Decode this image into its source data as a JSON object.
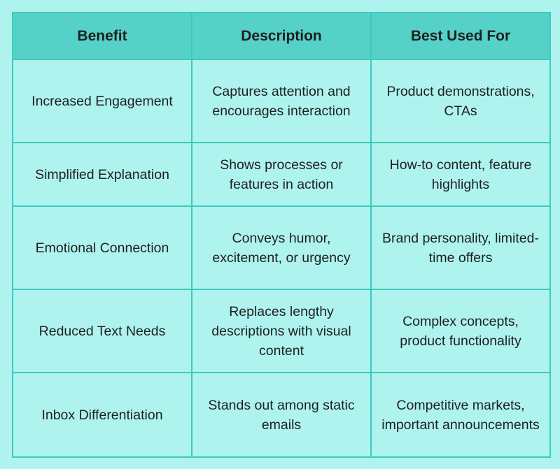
{
  "table": {
    "headers": [
      "Benefit",
      "Description",
      "Best Used For"
    ],
    "rows": [
      [
        "Increased Engagement",
        "Captures attention and encourages interaction",
        "Product demonstrations, CTAs"
      ],
      [
        "Simplified Explanation",
        "Shows processes or features in action",
        "How-to content, feature highlights"
      ],
      [
        "Emotional Connection",
        "Conveys humor, excitement, or urgency",
        "Brand personality, limited-time offers"
      ],
      [
        "Reduced Text Needs",
        "Replaces lengthy descriptions with visual content",
        "Complex concepts, product functionality"
      ],
      [
        "Inbox Differentiation",
        "Stands out among static emails",
        "Competitive markets, important announcements"
      ]
    ]
  },
  "colors": {
    "page_background": "#aef3ee",
    "header_background": "#55d1c7",
    "border": "#3ec9c0",
    "text": "#1f1f1f"
  }
}
